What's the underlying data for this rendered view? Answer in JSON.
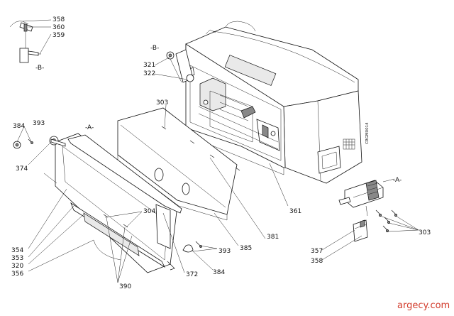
{
  "labels": {
    "l358a": "358",
    "l360": "360",
    "l359": "359",
    "lBtop": "-B-",
    "lBsmall": "-B-",
    "l321": "321",
    "l322": "322",
    "l303a": "303",
    "lA1": "-A-",
    "l384a": "384",
    "l393a": "393",
    "l374": "374",
    "l354": "354",
    "l353": "353",
    "l320": "320",
    "l356": "356",
    "l304": "304",
    "l390": "390",
    "l372": "372",
    "l384b": "384",
    "l393b": "393",
    "l385": "385",
    "l381": "381",
    "l361": "361",
    "lA2": "-A-",
    "l303b": "303",
    "l357": "357",
    "l358b": "358",
    "lcode": "CRGM0014"
  },
  "watermark": "argecy.com",
  "colors": {
    "watermark": "#d23a2a",
    "line": "#111111"
  }
}
